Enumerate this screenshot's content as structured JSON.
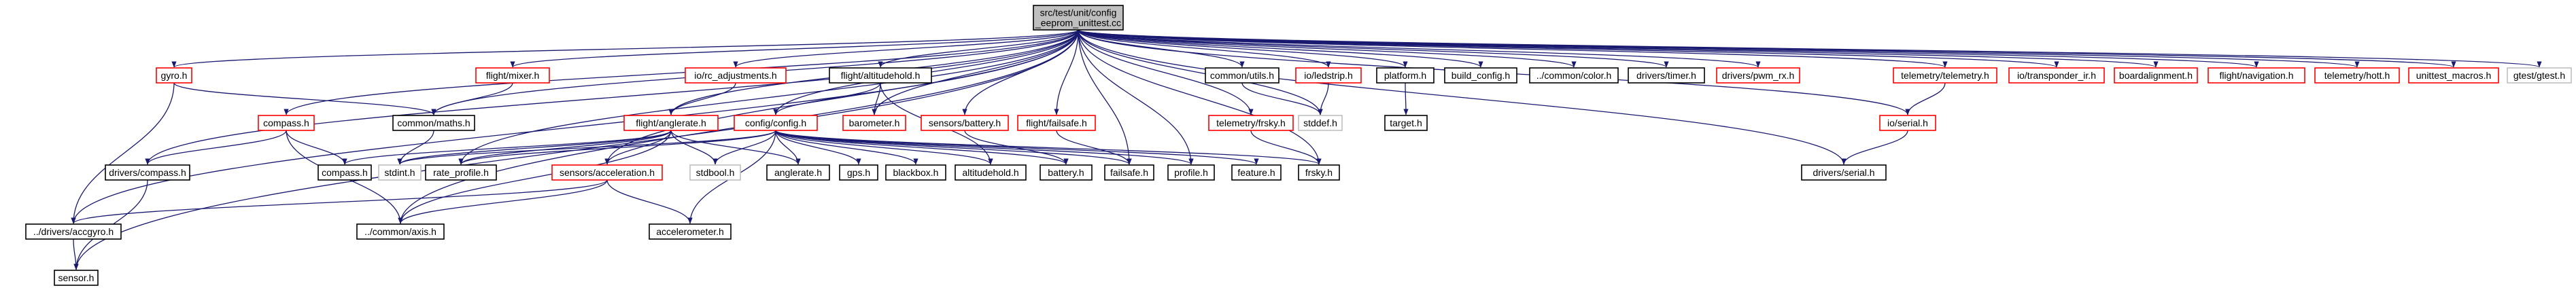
{
  "colors": {
    "edge": "#191970",
    "node_border": "#000000",
    "missing_border": "#ff0000",
    "std_border": "#bfbfbf",
    "root_fill": "#bfbfbf",
    "text": "#000000"
  },
  "nodes": [
    {
      "id": "root",
      "label": [
        "src/test/unit/config",
        "_eeprom_unittest.cc"
      ],
      "style": "root"
    },
    {
      "id": "sensor_h",
      "label": [
        "sensor.h"
      ],
      "style": "normal"
    },
    {
      "id": "gyro_h",
      "label": [
        "gyro.h"
      ],
      "style": "missing"
    },
    {
      "id": "drivers_accgyro_h",
      "label": [
        "../drivers/accgyro.h"
      ],
      "style": "normal"
    },
    {
      "id": "common_maths_h",
      "label": [
        "common/maths.h"
      ],
      "style": "normal"
    },
    {
      "id": "stdint_h",
      "label": [
        "stdint.h"
      ],
      "style": "std"
    },
    {
      "id": "compass_h",
      "label": [
        "compass.h"
      ],
      "style": "missing"
    },
    {
      "id": "drivers_compass_h",
      "label": [
        "drivers/compass.h"
      ],
      "style": "normal"
    },
    {
      "id": "common_axis_h",
      "label": [
        "../common/axis.h"
      ],
      "style": "normal"
    },
    {
      "id": "flight_mixer_h",
      "label": [
        "flight/mixer.h"
      ],
      "style": "missing"
    },
    {
      "id": "flight_anglerate_h",
      "label": [
        "flight/anglerate.h"
      ],
      "style": "missing"
    },
    {
      "id": "config_config_h",
      "label": [
        "config/config.h"
      ],
      "style": "missing"
    },
    {
      "id": "stdbool_h",
      "label": [
        "stdbool.h"
      ],
      "style": "std"
    },
    {
      "id": "rate_profile_h",
      "label": [
        "rate_profile.h"
      ],
      "style": "normal"
    },
    {
      "id": "anglerate_h",
      "label": [
        "anglerate.h"
      ],
      "style": "normal"
    },
    {
      "id": "sensors_acceleration_h",
      "label": [
        "sensors/acceleration.h"
      ],
      "style": "missing"
    },
    {
      "id": "accelerometer_h",
      "label": [
        "accelerometer.h"
      ],
      "style": "normal"
    },
    {
      "id": "io_rc_adjustments_h",
      "label": [
        "io/rc_adjustments.h"
      ],
      "style": "missing"
    },
    {
      "id": "gps_h",
      "label": [
        "gps.h"
      ],
      "style": "normal"
    },
    {
      "id": "blackbox_h",
      "label": [
        "blackbox.h"
      ],
      "style": "normal"
    },
    {
      "id": "altitudehold_h",
      "label": [
        "altitudehold.h"
      ],
      "style": "normal"
    },
    {
      "id": "battery_h",
      "label": [
        "battery.h"
      ],
      "style": "normal"
    },
    {
      "id": "failsafe_h",
      "label": [
        "failsafe.h"
      ],
      "style": "normal"
    },
    {
      "id": "profile_h",
      "label": [
        "profile.h"
      ],
      "style": "normal"
    },
    {
      "id": "feature_h",
      "label": [
        "feature.h"
      ],
      "style": "normal"
    },
    {
      "id": "frsky_h",
      "label": [
        "frsky.h"
      ],
      "style": "normal"
    },
    {
      "id": "compass_plain_h",
      "label": [
        "compass.h"
      ],
      "style": "normal"
    },
    {
      "id": "flight_altitudehold_h",
      "label": [
        "flight/altitudehold.h"
      ],
      "style": "normal"
    },
    {
      "id": "barometer_h",
      "label": [
        "barometer.h"
      ],
      "style": "missing"
    },
    {
      "id": "sensors_battery_h",
      "label": [
        "sensors/battery.h"
      ],
      "style": "missing"
    },
    {
      "id": "flight_failsafe_h",
      "label": [
        "flight/failsafe.h"
      ],
      "style": "missing"
    },
    {
      "id": "telemetry_frsky_h",
      "label": [
        "telemetry/frsky.h"
      ],
      "style": "missing"
    },
    {
      "id": "common_utils_h",
      "label": [
        "common/utils.h"
      ],
      "style": "normal"
    },
    {
      "id": "stddef_h",
      "label": [
        "stddef.h"
      ],
      "style": "std"
    },
    {
      "id": "io_ledstrip_h",
      "label": [
        "io/ledstrip.h"
      ],
      "style": "missing"
    },
    {
      "id": "platform_h",
      "label": [
        "platform.h"
      ],
      "style": "normal"
    },
    {
      "id": "target_h",
      "label": [
        "target.h"
      ],
      "style": "normal"
    },
    {
      "id": "build_config_h",
      "label": [
        "build_config.h"
      ],
      "style": "normal"
    },
    {
      "id": "common_color_h",
      "label": [
        "../common/color.h"
      ],
      "style": "normal"
    },
    {
      "id": "drivers_timer_h",
      "label": [
        "drivers/timer.h"
      ],
      "style": "normal"
    },
    {
      "id": "drivers_pwm_rx_h",
      "label": [
        "drivers/pwm_rx.h"
      ],
      "style": "missing"
    },
    {
      "id": "drivers_serial_h",
      "label": [
        "drivers/serial.h"
      ],
      "style": "normal"
    },
    {
      "id": "telemetry_telemetry_h",
      "label": [
        "telemetry/telemetry.h"
      ],
      "style": "missing"
    },
    {
      "id": "io_serial_h",
      "label": [
        "io/serial.h"
      ],
      "style": "missing"
    },
    {
      "id": "io_transponder_ir_h",
      "label": [
        "io/transponder_ir.h"
      ],
      "style": "missing"
    },
    {
      "id": "boardalignment_h",
      "label": [
        "boardalignment.h"
      ],
      "style": "missing"
    },
    {
      "id": "flight_navigation_h",
      "label": [
        "flight/navigation.h"
      ],
      "style": "missing"
    },
    {
      "id": "telemetry_hott_h",
      "label": [
        "telemetry/hott.h"
      ],
      "style": "missing"
    },
    {
      "id": "unittest_macros_h",
      "label": [
        "unittest_macros.h"
      ],
      "style": "missing"
    },
    {
      "id": "gtest_gtest_h",
      "label": [
        "gtest/gtest.h"
      ],
      "style": "std"
    }
  ],
  "edges": [
    [
      "root",
      "sensor_h"
    ],
    [
      "root",
      "gyro_h"
    ],
    [
      "root",
      "drivers_accgyro_h"
    ],
    [
      "root",
      "drivers_compass_h"
    ],
    [
      "root",
      "common_axis_h"
    ],
    [
      "root",
      "compass_h"
    ],
    [
      "root",
      "common_maths_h"
    ],
    [
      "root",
      "flight_mixer_h"
    ],
    [
      "root",
      "rate_profile_h"
    ],
    [
      "root",
      "flight_anglerate_h"
    ],
    [
      "root",
      "sensors_acceleration_h"
    ],
    [
      "root",
      "io_rc_adjustments_h"
    ],
    [
      "root",
      "config_config_h"
    ],
    [
      "root",
      "flight_altitudehold_h"
    ],
    [
      "root",
      "barometer_h"
    ],
    [
      "root",
      "sensors_battery_h"
    ],
    [
      "root",
      "flight_failsafe_h"
    ],
    [
      "root",
      "failsafe_h"
    ],
    [
      "root",
      "profile_h"
    ],
    [
      "root",
      "telemetry_frsky_h"
    ],
    [
      "root",
      "frsky_h"
    ],
    [
      "root",
      "common_utils_h"
    ],
    [
      "root",
      "stddef_h"
    ],
    [
      "root",
      "io_ledstrip_h"
    ],
    [
      "root",
      "platform_h"
    ],
    [
      "root",
      "build_config_h"
    ],
    [
      "root",
      "common_color_h"
    ],
    [
      "root",
      "drivers_timer_h"
    ],
    [
      "root",
      "drivers_pwm_rx_h"
    ],
    [
      "root",
      "drivers_serial_h"
    ],
    [
      "root",
      "io_serial_h"
    ],
    [
      "root",
      "telemetry_telemetry_h"
    ],
    [
      "root",
      "io_transponder_ir_h"
    ],
    [
      "root",
      "boardalignment_h"
    ],
    [
      "root",
      "flight_navigation_h"
    ],
    [
      "root",
      "telemetry_hott_h"
    ],
    [
      "root",
      "unittest_macros_h"
    ],
    [
      "root",
      "gtest_gtest_h"
    ],
    [
      "gyro_h",
      "drivers_accgyro_h"
    ],
    [
      "gyro_h",
      "common_maths_h"
    ],
    [
      "drivers_accgyro_h",
      "sensor_h"
    ],
    [
      "drivers_compass_h",
      "sensor_h"
    ],
    [
      "common_maths_h",
      "stdint_h"
    ],
    [
      "compass_h",
      "drivers_compass_h"
    ],
    [
      "compass_h",
      "common_axis_h"
    ],
    [
      "compass_h",
      "compass_plain_h"
    ],
    [
      "flight_mixer_h",
      "common_maths_h"
    ],
    [
      "flight_anglerate_h",
      "common_axis_h"
    ],
    [
      "flight_anglerate_h",
      "compass_plain_h"
    ],
    [
      "flight_anglerate_h",
      "stdint_h"
    ],
    [
      "flight_anglerate_h",
      "stdbool_h"
    ],
    [
      "flight_anglerate_h",
      "rate_profile_h"
    ],
    [
      "flight_anglerate_h",
      "anglerate_h"
    ],
    [
      "flight_anglerate_h",
      "sensors_acceleration_h"
    ],
    [
      "sensors_acceleration_h",
      "drivers_accgyro_h"
    ],
    [
      "sensors_acceleration_h",
      "common_axis_h"
    ],
    [
      "sensors_acceleration_h",
      "accelerometer_h"
    ],
    [
      "io_rc_adjustments_h",
      "flight_anglerate_h"
    ],
    [
      "config_config_h",
      "stdint_h"
    ],
    [
      "config_config_h",
      "stdbool_h"
    ],
    [
      "config_config_h",
      "rate_profile_h"
    ],
    [
      "config_config_h",
      "anglerate_h"
    ],
    [
      "config_config_h",
      "gps_h"
    ],
    [
      "config_config_h",
      "blackbox_h"
    ],
    [
      "config_config_h",
      "altitudehold_h"
    ],
    [
      "config_config_h",
      "battery_h"
    ],
    [
      "config_config_h",
      "failsafe_h"
    ],
    [
      "config_config_h",
      "profile_h"
    ],
    [
      "config_config_h",
      "feature_h"
    ],
    [
      "config_config_h",
      "frsky_h"
    ],
    [
      "config_config_h",
      "accelerometer_h"
    ],
    [
      "flight_altitudehold_h",
      "config_config_h"
    ],
    [
      "flight_altitudehold_h",
      "barometer_h"
    ],
    [
      "flight_altitudehold_h",
      "altitudehold_h"
    ],
    [
      "sensors_battery_h",
      "battery_h"
    ],
    [
      "flight_failsafe_h",
      "failsafe_h"
    ],
    [
      "telemetry_frsky_h",
      "frsky_h"
    ],
    [
      "common_utils_h",
      "stddef_h"
    ],
    [
      "io_ledstrip_h",
      "stddef_h"
    ],
    [
      "platform_h",
      "target_h"
    ],
    [
      "telemetry_telemetry_h",
      "io_serial_h"
    ],
    [
      "io_serial_h",
      "drivers_serial_h"
    ]
  ]
}
